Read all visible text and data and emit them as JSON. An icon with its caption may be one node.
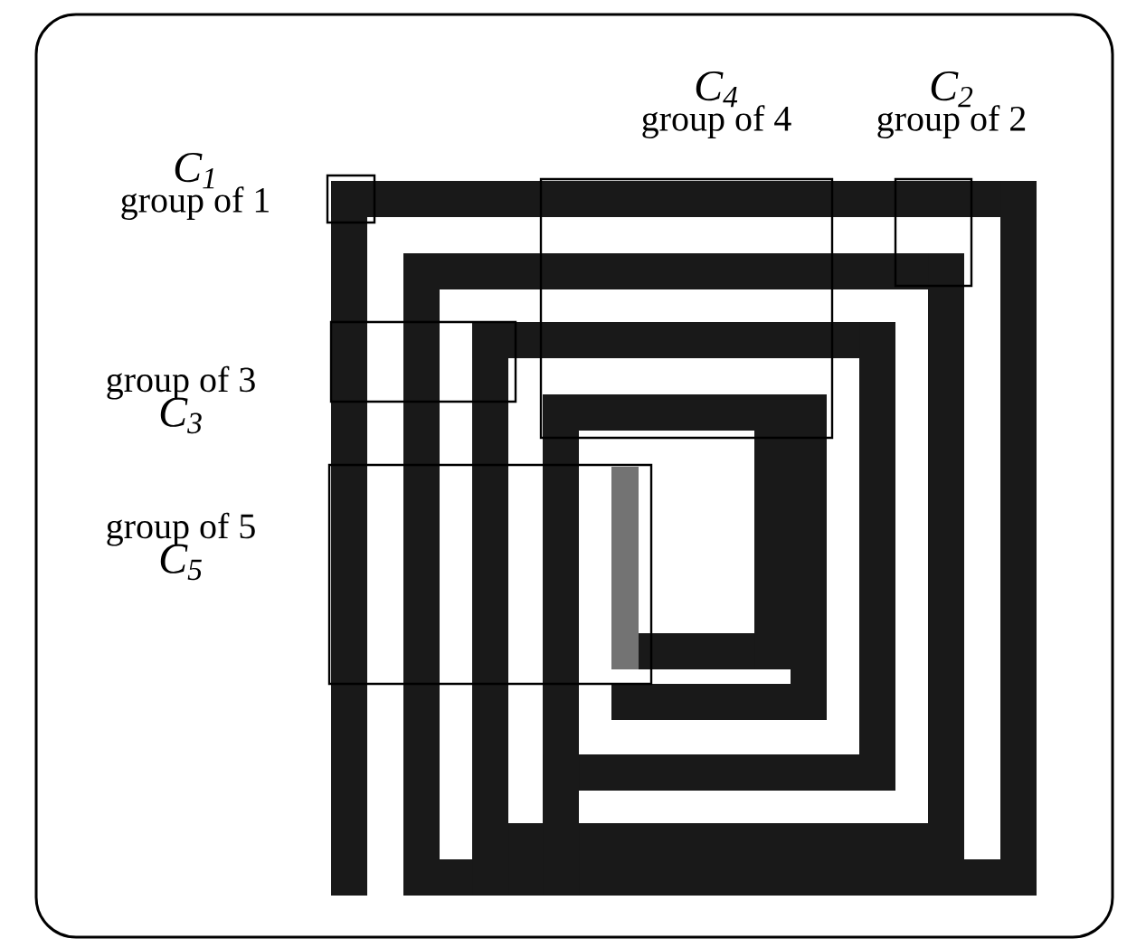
{
  "diagram": {
    "nodes": [
      {
        "text": [
          "C$_{4}$",
          "group of 4"
        ]
      },
      {
        "text": [
          "C$_{2}$",
          "group of 2"
        ]
      },
      {
        "text": [
          "C$_{1}$",
          "group of 1"
        ]
      },
      {
        "text": [
          "group of 3",
          "C$_{3}$"
        ]
      },
      {
        "text": [
          "group of 5",
          "C$_{5}$"
        ]
      }
    ]
  }
}
